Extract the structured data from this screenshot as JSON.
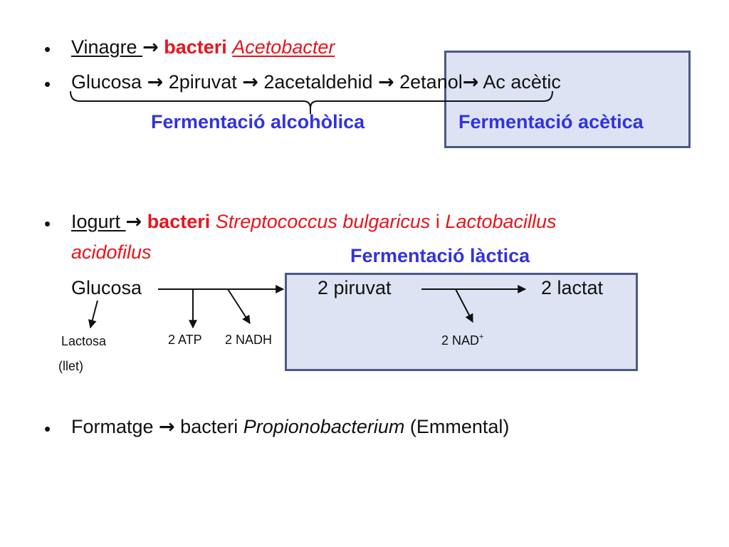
{
  "colors": {
    "red": "#e8141c",
    "blue": "#3333dd",
    "box_fill": "#dde3f2",
    "box_border": "#4a5a82"
  },
  "bullet_char": "•",
  "arrow_char": "→",
  "vinagre": {
    "label": "Vinagre ",
    "bacteri": "bacteri",
    "genus": "Acetobacter"
  },
  "glucose_chain": {
    "glucosa": "Glucosa ",
    "piruvat": " 2piruvat ",
    "acetaldehid": " 2acetaldehid ",
    "etanol": " 2etanol",
    "acetic": " Ac acètic"
  },
  "labels": {
    "alcoholic": "Fermentació alcohòlica",
    "acetic": "Fermentació acètica",
    "lactic": "Fermentació làctica"
  },
  "iogurt": {
    "label": "Iogurt ",
    "bacteri": "bacteri",
    "species1": "Streptococcus bulgaricus",
    "conj": " i ",
    "species2": "Lactobacillus",
    "species2_line2": "acidofilus"
  },
  "lactic_chain": {
    "glucosa": "Glucosa",
    "piruvat": "2 piruvat",
    "lactat": "2 lactat",
    "lactosa": "Lactosa",
    "llet": "(llet)",
    "atp": "2 ATP",
    "nadh": "2 NADH",
    "nad": "2 NAD",
    "nad_sup": "+"
  },
  "formatge": {
    "label": "Formatge ",
    "bacteri": " bacteri ",
    "genus": "Propionobacterium",
    "note": " (Emmental)"
  }
}
